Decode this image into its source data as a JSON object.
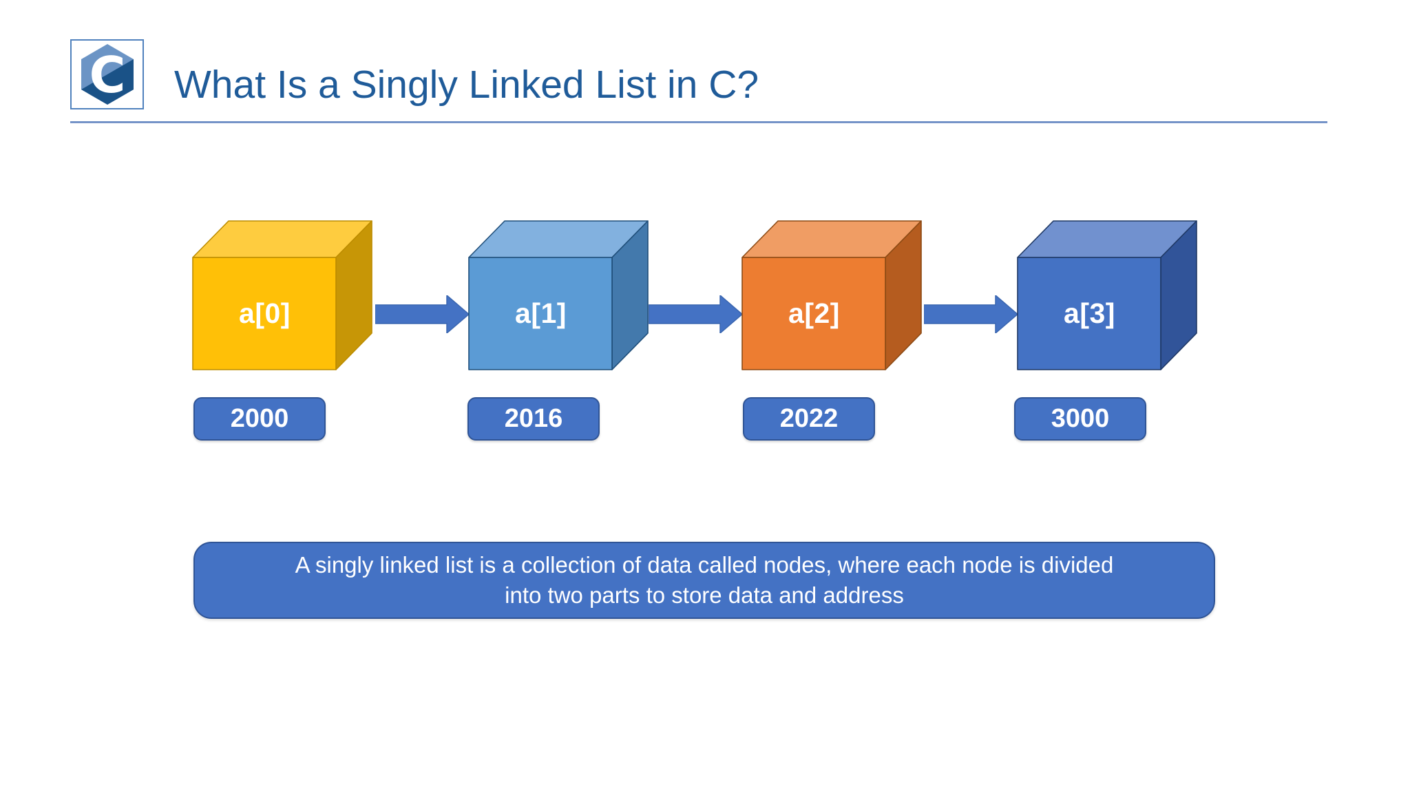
{
  "header": {
    "title": "What Is a Singly Linked List in C?",
    "title_color": "#1F5B99",
    "divider_color": "#7593C8",
    "logo_letter": "C"
  },
  "colors": {
    "accent": "#4472C4",
    "accent_border": "#2F5496",
    "arrow_edge": "#3A66B0",
    "logo_light": "#6B94C5",
    "logo_dark": "#1A5287",
    "logo_border": "#4F81BD",
    "label_text": "#FFFFFF"
  },
  "nodes": [
    {
      "label": "a[0]",
      "address": "2000",
      "front": "#FFC007",
      "top": "#FECC3F",
      "side": "#C79606",
      "stroke": "#BC8C00"
    },
    {
      "label": "a[1]",
      "address": "2016",
      "front": "#5B9BD5",
      "top": "#82B1DF",
      "side": "#4379AC",
      "stroke": "#1F4E79"
    },
    {
      "label": "a[2]",
      "address": "2022",
      "front": "#ED7D31",
      "top": "#F09D64",
      "side": "#B55C1F",
      "stroke": "#8C4A14"
    },
    {
      "label": "a[3]",
      "address": "3000",
      "front": "#4472C4",
      "top": "#7191CF",
      "side": "#315499",
      "stroke": "#1F3864"
    }
  ],
  "caption": {
    "line1": "A singly linked list is a collection of data called nodes, where each node is divided",
    "line2": "into two parts to store data and address"
  }
}
